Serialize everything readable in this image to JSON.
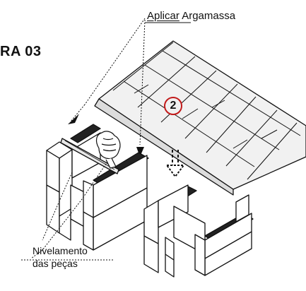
{
  "title": "RA 03",
  "labels": {
    "apply_prefix": "Aplicar",
    "apply_rest": " Argamassa",
    "leveling_line1": "Nivelamento",
    "leveling_line2": "das peças",
    "step_number": "2"
  },
  "colors": {
    "line": "#111111",
    "surface": "#f1f1f1",
    "block_face": "#ffffff",
    "mortar": "#222222",
    "step_circle": "#c21a1a"
  },
  "icons": {
    "hand": "hand-icon",
    "drop_arrow": "dashed-down-arrow-icon"
  }
}
